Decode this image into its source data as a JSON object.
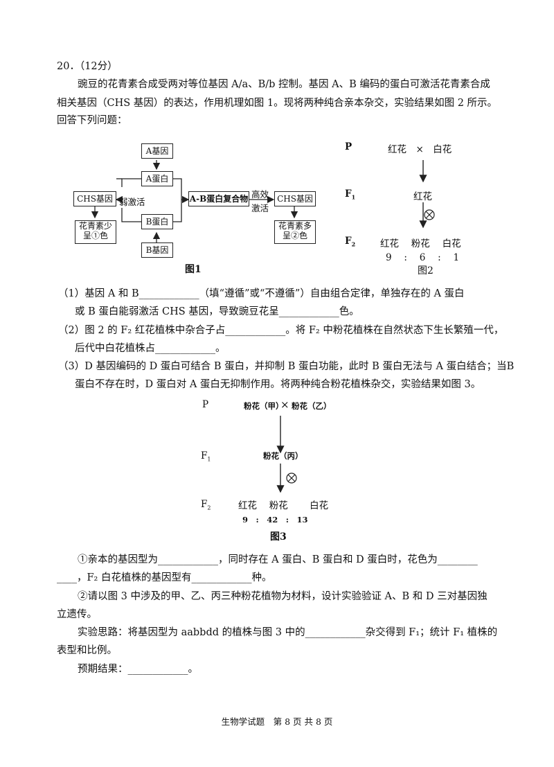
{
  "question": {
    "number": "20．（12分）",
    "intro": [
      "豌豆的花青素合成受两对等位基因 A/a、B/b 控制。基因 A、B 编码的蛋白可激活花青素合成",
      "相关基因（CHS 基因）的表达，作用机理如图 1。现将两种纯合亲本杂交，实验结果如图 2 所示。",
      "回答下列问题："
    ]
  },
  "fig1": {
    "caption": "图1",
    "a_gene": "A基因",
    "a_protein": "A蛋白",
    "b_protein": "B蛋白",
    "b_gene": "B基因",
    "chs_left": "CHS基因",
    "weak": "弱激活",
    "complex": "A-B蛋白复合物",
    "strong_1": "高效",
    "strong_2": "激活",
    "chs_right": "CHS基因",
    "result_left_1": "花青素少",
    "result_left_2": "呈①色",
    "result_right_1": "花青素多",
    "result_right_2": "呈②色"
  },
  "fig2": {
    "caption": "图2",
    "p_label": "P",
    "p_cross": "红花　×　白花",
    "f1_label": "F",
    "f1_sub": "1",
    "f1_value": "红花",
    "f2_label": "F",
    "f2_sub": "2",
    "f2_types": "红花　 粉花　 白花",
    "f2_ratio": "9　 :　 6　 :　 1"
  },
  "q1": [
    "（1）基因 A 和 B____________（填“遵循”或“不遵循”）自由组合定律，单独存在的 A 蛋白",
    "或 B 蛋白能弱激活 CHS 基因，导致豌豆花呈____________色。"
  ],
  "q2": [
    "（2）图 2 的 F₂ 红花植株中杂合子占____________。将 F₂ 中粉花植株在自然状态下生长繁殖一代，",
    "后代中白花植株占____________。"
  ],
  "q3": [
    "（3）D 基因编码的 D 蛋白可结合 B 蛋白，并抑制 B 蛋白功能，此时 B 蛋白无法与 A 蛋白结合；当B",
    "蛋白不存在时，D 蛋白对 A 蛋白无抑制作用。将两种纯合粉花植株杂交，实验结果如图 3。"
  ],
  "fig3": {
    "caption": "图3",
    "p_label": "P",
    "p_left": "粉花（甲）",
    "p_right": "粉花（乙）",
    "f1_label": "F",
    "f1_sub": "1",
    "f1_value": "粉花（丙）",
    "f2_label": "F",
    "f2_sub": "2",
    "f2_types": "红花　 粉花　　 白花",
    "f2_ratio": "9　:　42　:　13"
  },
  "sub1": [
    "①亲本的基因型为____________，同时存在 A 蛋白、B 蛋白和 D 蛋白时，花色为________",
    "____，F₂ 白花植株的基因型有____________种。"
  ],
  "sub2": [
    "②请以图 3 中涉及的甲、乙、丙三种粉花植物为材料，设计实验验证 A、B 和 D 三对基因独",
    "立遗传。",
    "实验思路：将基因型为 aabbdd 的植株与图 3 中的____________杂交得到 F₁；统计 F₁ 植株的",
    "表型和比例。",
    "预期结果：____________。"
  ],
  "footer": "生物学试题　第 8 页 共 8 页"
}
